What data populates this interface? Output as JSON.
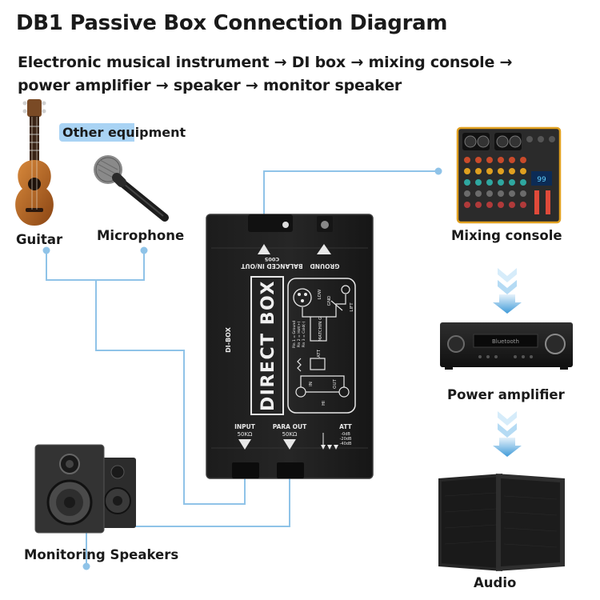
{
  "title": "DB1 Passive Box Connection Diagram",
  "subtitle_line1": "Electronic musical instrument → DI box → mixing console →",
  "subtitle_line2": "power amplifier → speaker → monitor speaker",
  "labels": {
    "other_equipment": "Other equipment",
    "guitar": "Guitar",
    "microphone": "Microphone",
    "mixing_console": "Mixing console",
    "power_amplifier": "Power amplifier",
    "monitoring_speakers": "Monitoring Speakers",
    "audio": "Audio"
  },
  "di_box": {
    "main_label": "DIRECT BOX",
    "model": "DI-BOX",
    "balanced": "BALANCED IN/OUT",
    "ground": "GROUND",
    "input": "INPUT",
    "input_imp": "50KΩ",
    "para_out": "PARA OUT",
    "para_imp": "50KΩ",
    "att": "ATT",
    "att_levels": [
      "-0dB",
      "-20dB",
      "-40dB"
    ],
    "lift": "LIFT",
    "gnd": "GND",
    "low": "LOW",
    "matching": "MATCHIN G",
    "pins": [
      "Pin 1 = Ground",
      "Pin 2 = Hot(+)",
      "Pin 3 = Cold(-)"
    ],
    "in": "IN",
    "out": "OUT",
    "hi": "HI",
    "att_small": "ATT",
    "c_code": "C005"
  },
  "console_screen": "99",
  "amp_display": "Bluetooth"
}
